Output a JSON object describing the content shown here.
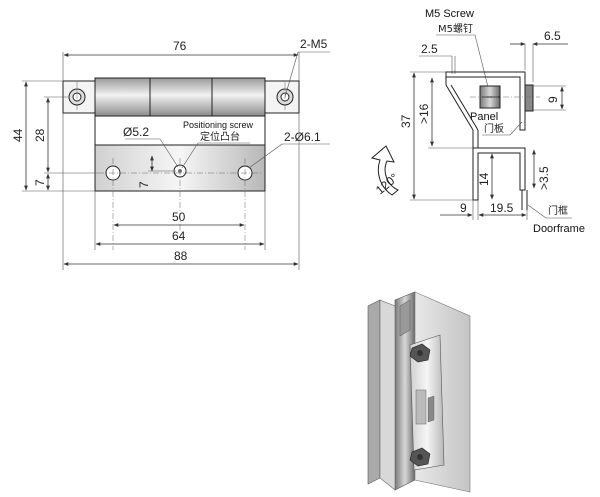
{
  "front_view": {
    "dim_width_top": "76",
    "dim_mount_threads": "2-M5",
    "dim_height_total": "44",
    "dim_height_28": "28",
    "dim_height_7_left": "7",
    "dim_height_7_mid": "7",
    "dim_hole_52": "Ø5.2",
    "dim_holes_61": "2-Ø6.1",
    "label_positioning_screw": "Positioning screw",
    "label_positioning_screw_cn": "定位凸台",
    "dim_width_50": "50",
    "dim_width_64": "64",
    "dim_width_88": "88"
  },
  "side_view": {
    "label_m5_screw": "M5 Screw",
    "label_m5_screw_cn": "M5螺钉",
    "dim_25": "2.5",
    "dim_65": "6.5",
    "dim_9_right": "9",
    "dim_37": "37",
    "dim_gt16": ">16",
    "label_panel": "Panel",
    "label_panel_cn": "门板",
    "dim_14": "14",
    "dim_gt35": ">3.5",
    "dim_angle": "120°",
    "dim_9_bottom": "9",
    "dim_195": "19.5",
    "label_doorframe_cn": "门框",
    "label_doorframe": "Doorframe"
  }
}
